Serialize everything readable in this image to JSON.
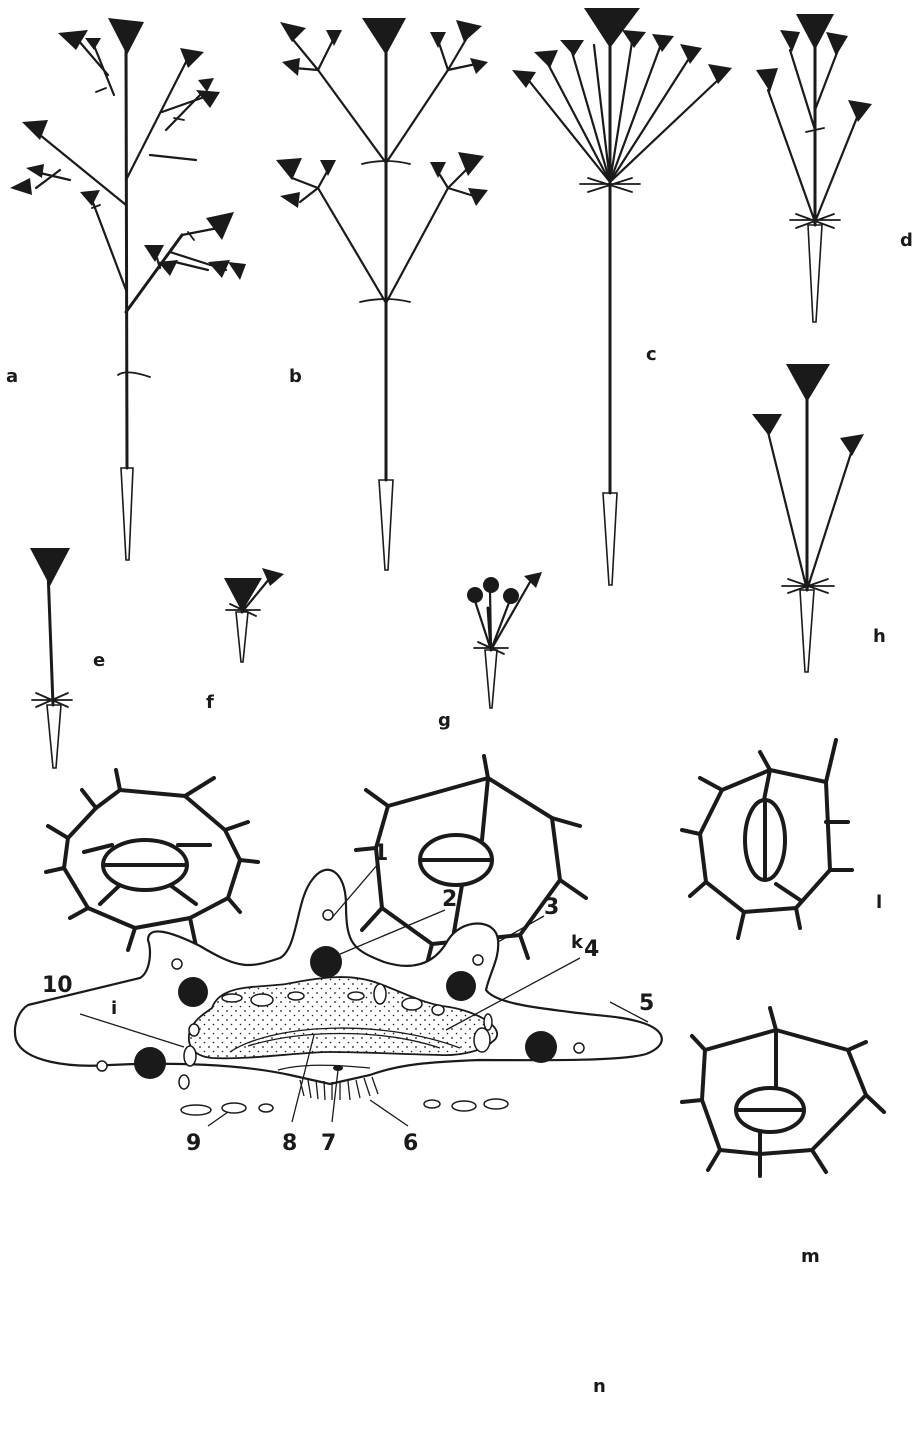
{
  "panel_labels": {
    "a": "a",
    "b": "b",
    "c": "c",
    "d": "d",
    "e": "e",
    "f": "f",
    "g": "g",
    "h": "h",
    "i": "i",
    "k": "k",
    "l": "l",
    "m": "m",
    "n": "n"
  },
  "section_labels": [
    "1",
    "2",
    "3",
    "4",
    "5",
    "6",
    "7",
    "8",
    "9",
    "10"
  ],
  "colors": {
    "ink": "#1a1a1a",
    "paper": "#ffffff"
  }
}
